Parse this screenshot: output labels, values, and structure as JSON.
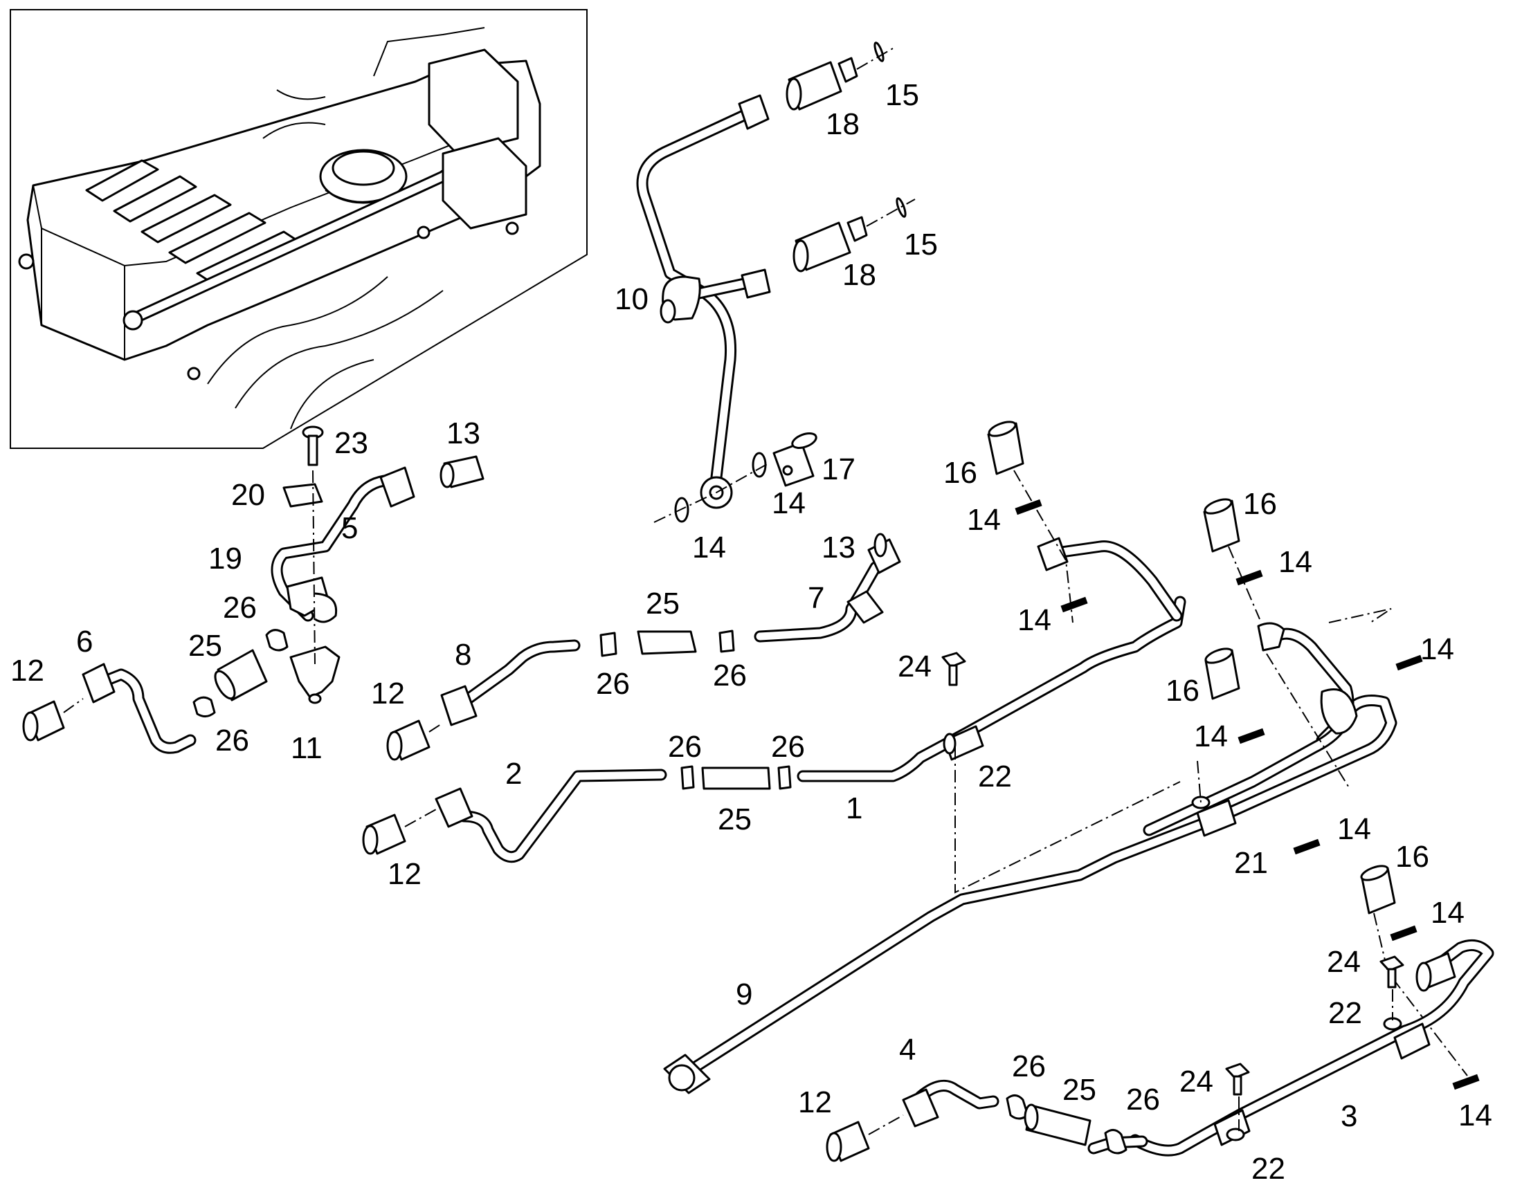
{
  "callouts": {
    "c1": "1",
    "c2": "2",
    "c3": "3",
    "c4": "4",
    "c5": "5",
    "c6": "6",
    "c7": "7",
    "c8": "8",
    "c9": "9",
    "c10": "10",
    "c11": "11",
    "c12a": "12",
    "c12b": "12",
    "c12c": "12",
    "c12d": "12",
    "c13a": "13",
    "c13b": "13",
    "c14a": "14",
    "c14b": "14",
    "c14c": "14",
    "c14d": "14",
    "c14e": "14",
    "c14f": "14",
    "c14g": "14",
    "c14h": "14",
    "c14i": "14",
    "c14j": "14",
    "c15a": "15",
    "c15b": "15",
    "c16a": "16",
    "c16b": "16",
    "c16c": "16",
    "c16d": "16",
    "c17": "17",
    "c18a": "18",
    "c18b": "18",
    "c19": "19",
    "c20": "20",
    "c21": "21",
    "c22a": "22",
    "c22b": "22",
    "c22c": "22",
    "c23": "23",
    "c24a": "24",
    "c24b": "24",
    "c24c": "24",
    "c25a": "25",
    "c25b": "25",
    "c25c": "25",
    "c25d": "25",
    "c26a": "26",
    "c26b": "26",
    "c26c": "26",
    "c26d": "26",
    "c26e": "26",
    "c26f": "26",
    "c26g": "26",
    "c26h": "26"
  }
}
